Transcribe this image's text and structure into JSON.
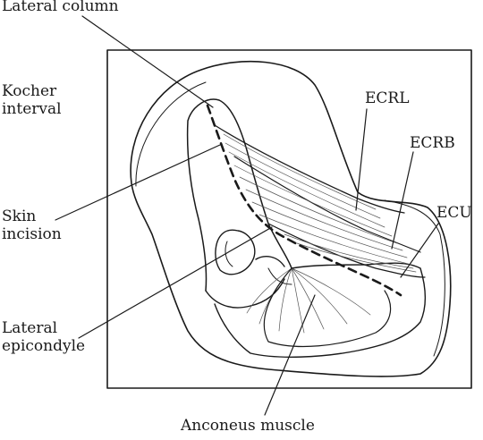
{
  "labels": {
    "lateral_column": "Lateral column",
    "kocher_interval": "Kocher\ninterval",
    "ecrl": "ECRL",
    "ecrb": "ECRB",
    "ecu": "ECU",
    "skin_incision": "Skin\nincision",
    "lateral_epicondyle": "Lateral\nepicondyle",
    "anconeus_muscle": "Anconeus muscle"
  }
}
